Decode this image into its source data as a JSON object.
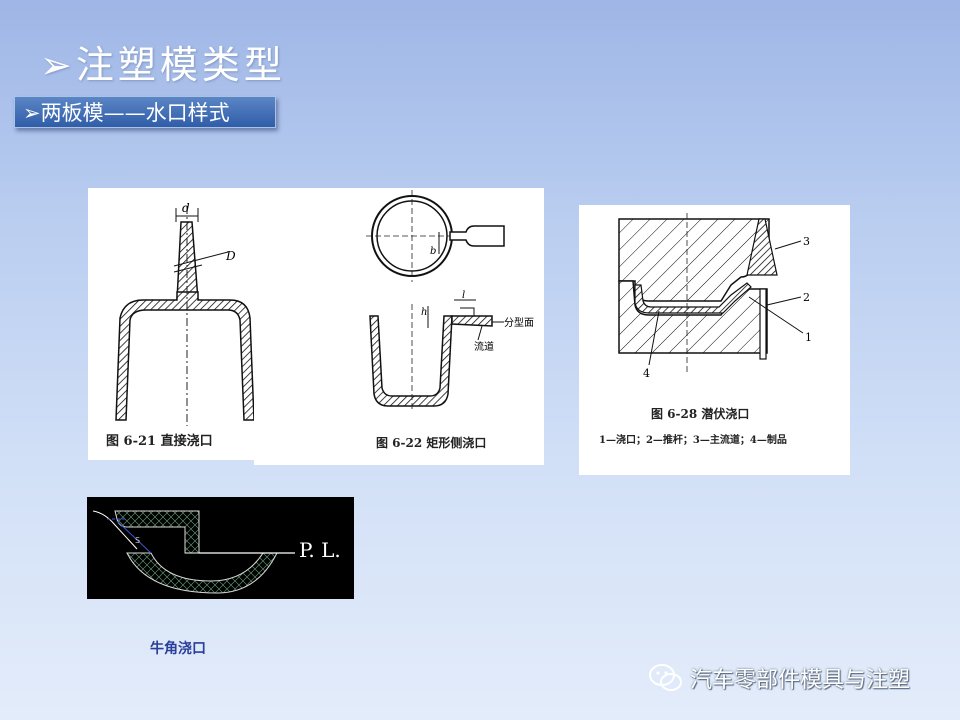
{
  "title": "➢注塑模类型",
  "subtitle": "➢两板模——水口样式",
  "figures": {
    "fig1": {
      "caption": "图 6-21   直接浇口",
      "label_d": "d",
      "label_D": "D"
    },
    "fig2": {
      "caption": "图 6-22   矩形侧浇口",
      "label_b": "b",
      "label_h": "h",
      "label_l": "l",
      "label_parting": "分型面",
      "label_runner": "流道"
    },
    "fig3": {
      "caption": "图 6-28   潜伏浇口",
      "legend": "1—浇口；2—推杆；3—主流道；4—制品",
      "n1": "1",
      "n2": "2",
      "n3": "3",
      "n4": "4"
    },
    "fig4": {
      "label_pl": "P. L.",
      "label_small": "S"
    }
  },
  "niujiao_caption": "牛角浇口",
  "watermark": "汽车零部件模具与注塑"
}
